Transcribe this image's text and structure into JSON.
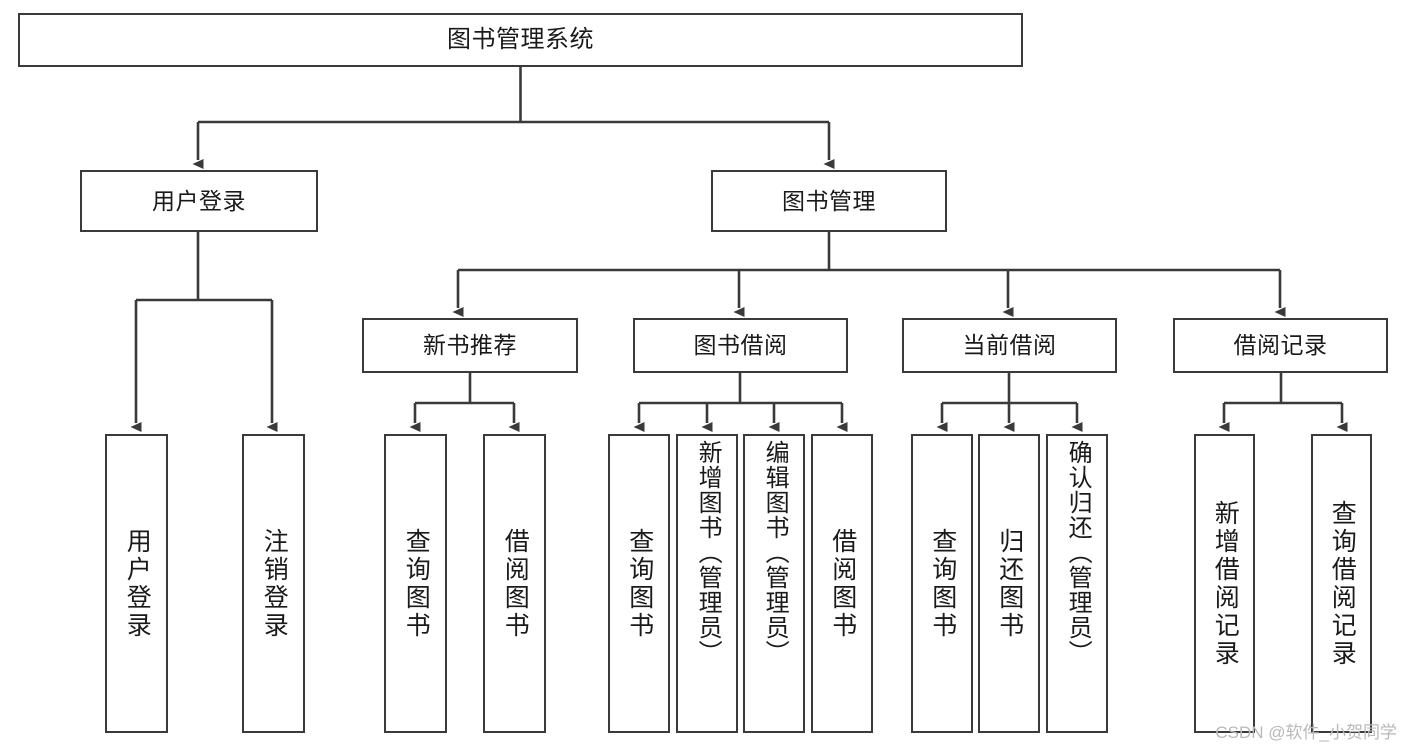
{
  "diagram": {
    "title": "图书管理系统",
    "type": "tree",
    "orientation": "top-down",
    "edge_color": "#3a3a3a",
    "node_border_color": "#3a3a3a",
    "node_fill_color": "#ffffff",
    "background_color": "#ffffff",
    "text_color": "#1a1a1a"
  },
  "nodes": {
    "root": {
      "label": "图书管理系统",
      "level": 1
    },
    "user_login": {
      "label": "用户登录",
      "level": 2
    },
    "book_manage": {
      "label": "图书管理",
      "level": 2
    },
    "new_book_rec": {
      "label": "新书推荐",
      "level": 3
    },
    "book_borrow": {
      "label": "图书借阅",
      "level": 3
    },
    "current_borrow": {
      "label": "当前借阅",
      "level": 3
    },
    "borrow_record": {
      "label": "借阅记录",
      "level": 3
    },
    "leaf_user_login": {
      "label": "用户登录",
      "level": 4,
      "parent": "user_login"
    },
    "leaf_logout": {
      "label": "注销登录",
      "level": 4,
      "parent": "user_login"
    },
    "leaf_query_book_1": {
      "label": "查询图书",
      "level": 4,
      "parent": "new_book_rec"
    },
    "leaf_borrow_book_1": {
      "label": "借阅图书",
      "level": 4,
      "parent": "new_book_rec"
    },
    "leaf_query_book_2": {
      "label": "查询图书",
      "level": 4,
      "parent": "book_borrow"
    },
    "leaf_add_book": {
      "label": "新增图书（管理员）",
      "level": 4,
      "parent": "book_borrow"
    },
    "leaf_edit_book": {
      "label": "编辑图书（管理员）",
      "level": 4,
      "parent": "book_borrow"
    },
    "leaf_borrow_book_2": {
      "label": "借阅图书",
      "level": 4,
      "parent": "book_borrow"
    },
    "leaf_query_book_3": {
      "label": "查询图书",
      "level": 4,
      "parent": "current_borrow"
    },
    "leaf_return_book": {
      "label": "归还图书",
      "level": 4,
      "parent": "current_borrow"
    },
    "leaf_confirm_return": {
      "label": "确认归还（管理员）",
      "level": 4,
      "parent": "current_borrow"
    },
    "leaf_add_record": {
      "label": "新增借阅记录",
      "level": 4,
      "parent": "borrow_record"
    },
    "leaf_query_record": {
      "label": "查询借阅记录",
      "level": 4,
      "parent": "borrow_record"
    }
  },
  "watermark": {
    "text": "CSDN @软件_小贺同学"
  }
}
